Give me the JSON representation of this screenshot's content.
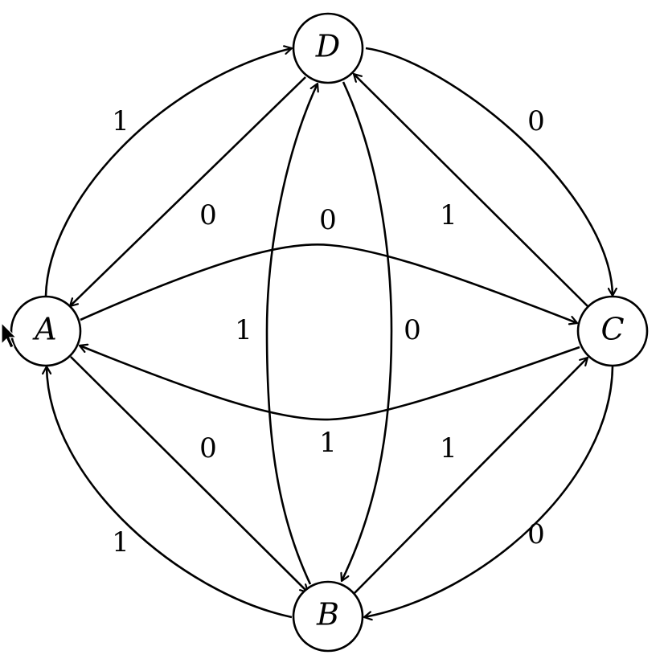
{
  "nodes": [
    {
      "id": "A",
      "label": "A"
    },
    {
      "id": "B",
      "label": "B"
    },
    {
      "id": "C",
      "label": "C"
    },
    {
      "id": "D",
      "label": "D"
    }
  ],
  "edges": [
    {
      "from": "A",
      "to": "D",
      "label": "1"
    },
    {
      "from": "D",
      "to": "A",
      "label": "0"
    },
    {
      "from": "D",
      "to": "C",
      "label": "0"
    },
    {
      "from": "C",
      "to": "D",
      "label": "1"
    },
    {
      "from": "A",
      "to": "C",
      "label": "0"
    },
    {
      "from": "C",
      "to": "A",
      "label": "1"
    },
    {
      "from": "B",
      "to": "D",
      "label": "1"
    },
    {
      "from": "D",
      "to": "B",
      "label": "0"
    },
    {
      "from": "A",
      "to": "B",
      "label": "0"
    },
    {
      "from": "B",
      "to": "A",
      "label": "1"
    },
    {
      "from": "B",
      "to": "C",
      "label": "1"
    },
    {
      "from": "C",
      "to": "B",
      "label": "0"
    }
  ]
}
